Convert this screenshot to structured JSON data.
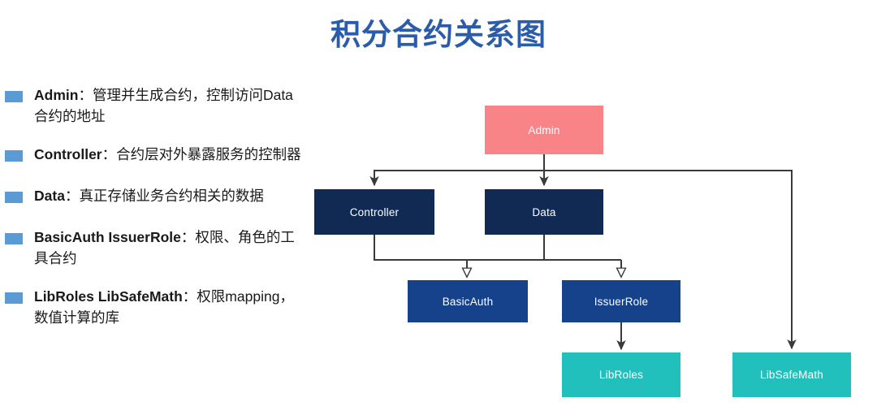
{
  "slide": {
    "title": "积分合约关系图",
    "title_color": "#2A5CAA"
  },
  "legend": {
    "bullet_color": "#5B9BD5",
    "items": [
      {
        "term": "Admin",
        "separator": "：",
        "description": "管理并生成合约，控制访问Data合约的地址"
      },
      {
        "term": "Controller",
        "separator": "：",
        "description": "合约层对外暴露服务的控制器"
      },
      {
        "term": "Data",
        "separator": "：",
        "description": "真正存储业务合约相关的数据"
      },
      {
        "term": "BasicAuth IssuerRole",
        "separator": "：",
        "description": "权限、角色的工具合约"
      },
      {
        "term": "LibRoles LibSafeMath",
        "separator": "：",
        "description": "权限mapping，数值计算的库"
      }
    ]
  },
  "diagram": {
    "title": "积分合约关系图",
    "type": "flowchart",
    "colors": {
      "admin": "#F98488",
      "core": "#102A54",
      "utility": "#16428C",
      "library": "#21C0BD",
      "connector": "#3A3A3A"
    },
    "nodes": [
      {
        "id": "admin",
        "label": "Admin",
        "tier": "admin",
        "color": "#F98488"
      },
      {
        "id": "controller",
        "label": "Controller",
        "tier": "core",
        "color": "#102A54"
      },
      {
        "id": "data",
        "label": "Data",
        "tier": "core",
        "color": "#102A54"
      },
      {
        "id": "basicauth",
        "label": "BasicAuth",
        "tier": "utility",
        "color": "#16428C"
      },
      {
        "id": "issuerrole",
        "label": "IssuerRole",
        "tier": "utility",
        "color": "#16428C"
      },
      {
        "id": "libroles",
        "label": "LibRoles",
        "tier": "library",
        "color": "#21C0BD"
      },
      {
        "id": "libsafemath",
        "label": "LibSafeMath",
        "tier": "library",
        "color": "#21C0BD"
      }
    ],
    "edges": [
      {
        "from": "admin",
        "to": "controller"
      },
      {
        "from": "admin",
        "to": "data"
      },
      {
        "from": "admin",
        "to": "libsafemath"
      },
      {
        "from": "controller",
        "to": "basicauth"
      },
      {
        "from": "controller",
        "to": "issuerrole"
      },
      {
        "from": "data",
        "to": "basicauth"
      },
      {
        "from": "data",
        "to": "issuerrole"
      },
      {
        "from": "issuerrole",
        "to": "libroles"
      }
    ]
  }
}
